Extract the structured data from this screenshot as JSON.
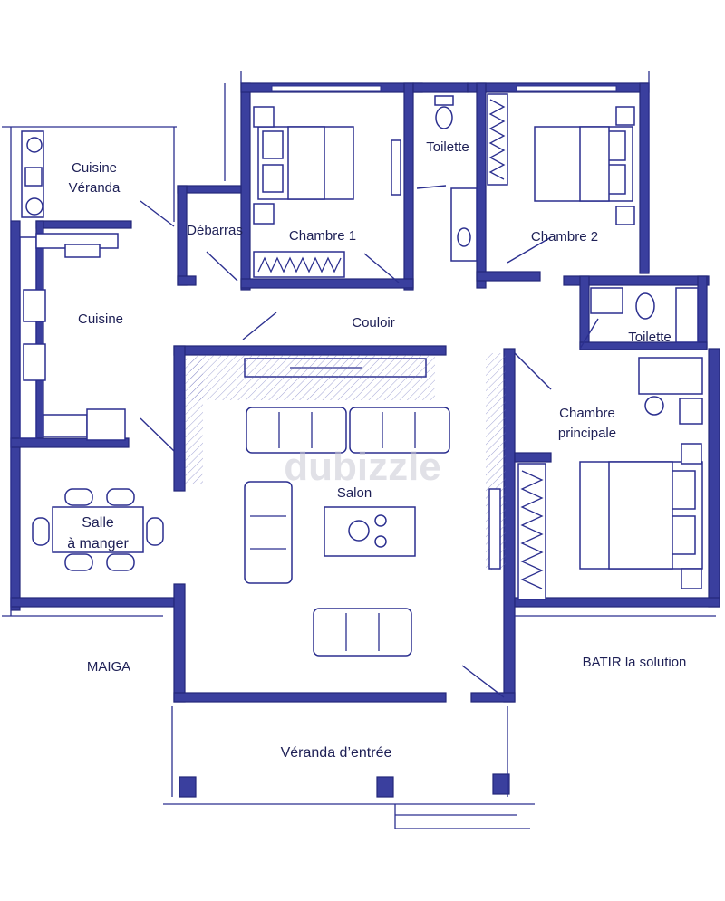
{
  "rooms": {
    "cuisine_veranda": [
      "Cuisine",
      "Véranda"
    ],
    "debarras": "Débarras",
    "chambre1": "Chambre 1",
    "toilette1": "Toilette",
    "chambre2": "Chambre 2",
    "cuisine": "Cuisine",
    "couloir": "Couloir",
    "toilette2": "Toilette",
    "chambre_principale": [
      "Chambre",
      "principale"
    ],
    "salon": "Salon",
    "salle_a_manger": [
      "Salle",
      "à manger"
    ],
    "veranda_entree": "Véranda d’entrée"
  },
  "captions": {
    "left": "MAIGA",
    "right": "BATIR la solution"
  },
  "watermark": "dubizzle",
  "colors": {
    "ink": "#2b2f8f",
    "wall_fill": "#3a3f9e",
    "background": "#ffffff"
  }
}
